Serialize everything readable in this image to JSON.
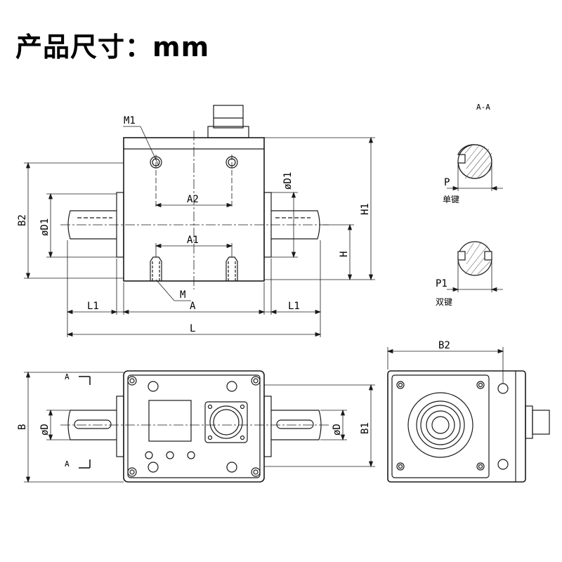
{
  "title": "产品尺寸：mm",
  "colors": {
    "line": "#1a1a1a",
    "hatch": "#666666"
  },
  "labels": {
    "m1": "M1",
    "m": "M",
    "a2": "A2",
    "a1": "A1",
    "a": "A",
    "l": "L",
    "l1": "L1",
    "b2": "B2",
    "d1": "øD1",
    "h1": "H1",
    "h": "H",
    "b": "B",
    "d": "øD",
    "b1": "B1",
    "section": "A-A",
    "section_mark": "A",
    "p": "P",
    "p1": "P1",
    "single_key": "单键",
    "double_key": "双键"
  }
}
